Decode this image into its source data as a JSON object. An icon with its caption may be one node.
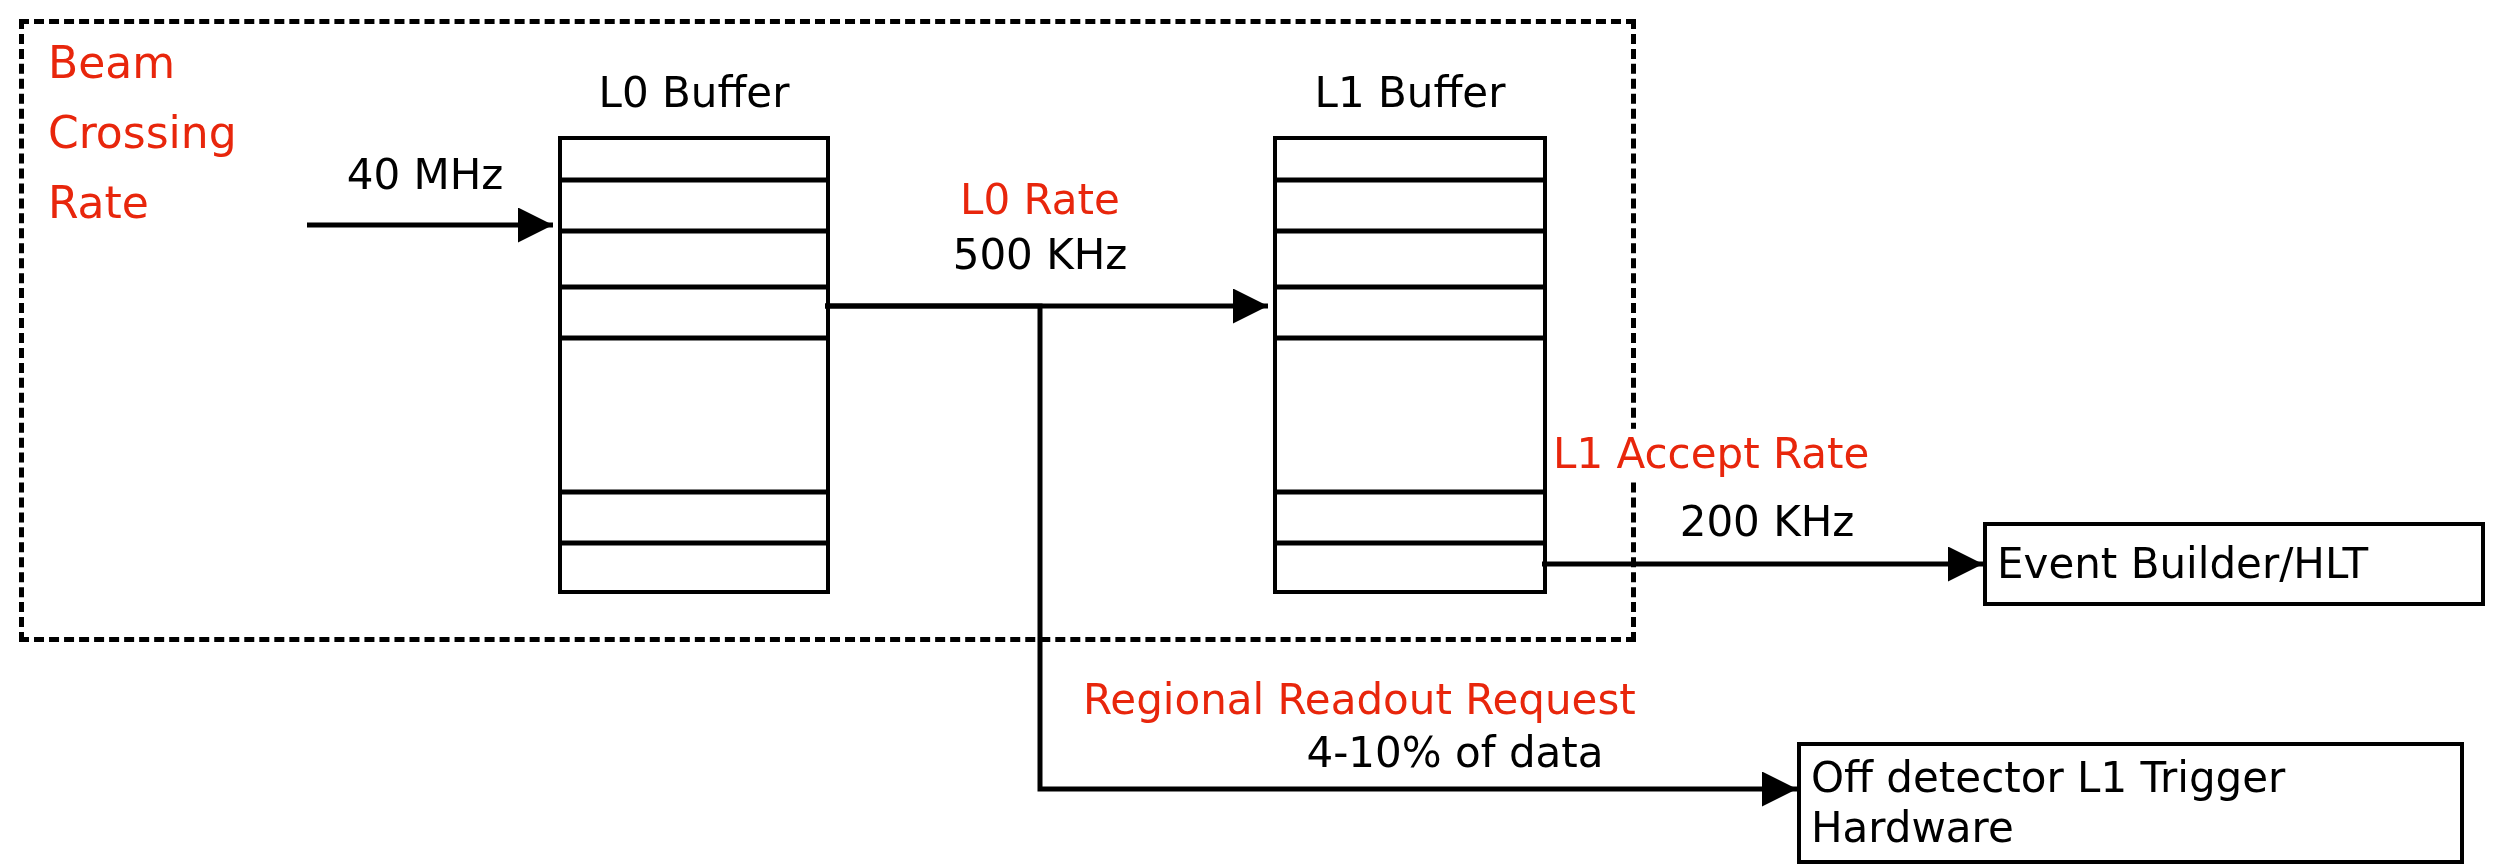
{
  "diagram": {
    "nodes": [
      {
        "text": [],
        "shape": "box"
      },
      {
        "text": [
          "L0 Buffer"
        ],
        "in": 0
      },
      {
        "text": [
          "L1 Buffer"
        ],
        "in": 0
      },
      {
        "text": [
          "Event Builder/HLT"
        ]
      },
      {
        "text": [
          "Off detector L1 Trigger Hardware"
        ]
      }
    ],
    "edges": [
      {
        "from": null,
        "to": 1,
        "arrow": "to",
        "label": "40 MHz"
      },
      {
        "from": 1,
        "to": 2,
        "arrow": "to",
        "label": "500 KHz"
      },
      {
        "from": 1,
        "to": 4,
        "arrow": "to",
        "label": "4-10% of data"
      },
      {
        "from": 2,
        "to": 3,
        "arrow": "to",
        "label": "200 KHz"
      }
    ],
    "labels": [
      "Beam Crossing Rate",
      "L0 Rate",
      "L1 Accept Rate",
      "Regional Readout Request"
    ]
  }
}
